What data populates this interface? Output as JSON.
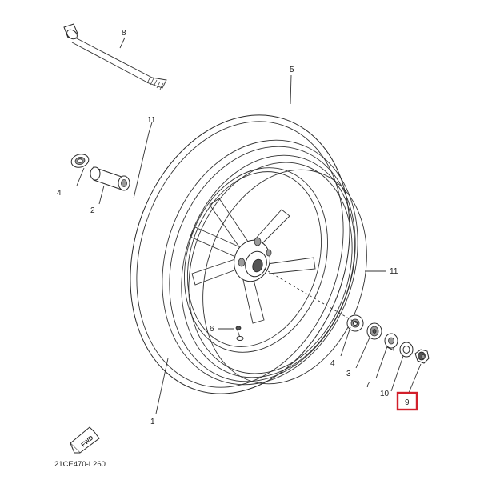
{
  "diagram": {
    "callouts": {
      "c1": "1",
      "c2": "2",
      "c3": "3",
      "c4_left": "4",
      "c4_right": "4",
      "c5": "5",
      "c6": "6",
      "c7": "7",
      "c8": "8",
      "c9": "9",
      "c10": "10",
      "c11_top": "11",
      "c11_right": "11"
    },
    "fwd_label": "FWD",
    "diagram_code": "21CE470-L260",
    "highlight_color": "#d21f2b",
    "line_color": "#333333"
  }
}
